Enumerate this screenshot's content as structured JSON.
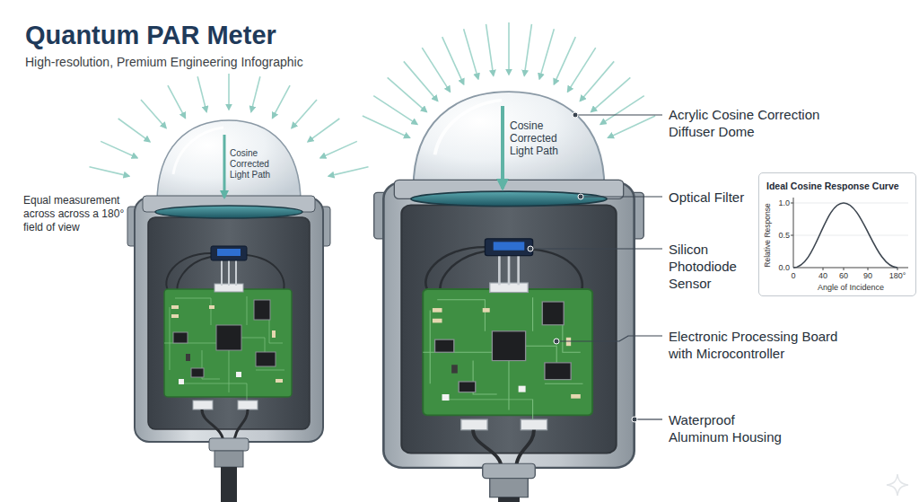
{
  "diagram": {
    "title": "Quantum PAR Meter",
    "nodes": [
      {
        "text": [
          "Ideal Cosine Response Curve"
        ]
      }
    ],
    "labels": [
      "High-resolution, Premium Engineering Infographic",
      "Equal measurement across across a 180° field of view",
      "Cosine Corrected Light Path",
      "Cosine Corrected Light Path",
      "Acrylic Cosine Correction Diffuser Dome",
      "Optical Filter",
      "Silicon Photodiode Sensor",
      "Electronic Processing Board with Microcontroller",
      "Waterproof Aluminum Housing",
      "1.0",
      "0.5",
      "0.0",
      "0",
      "40",
      "60",
      "90",
      "180°",
      "Relative Response",
      "Angle of Incidence"
    ]
  }
}
